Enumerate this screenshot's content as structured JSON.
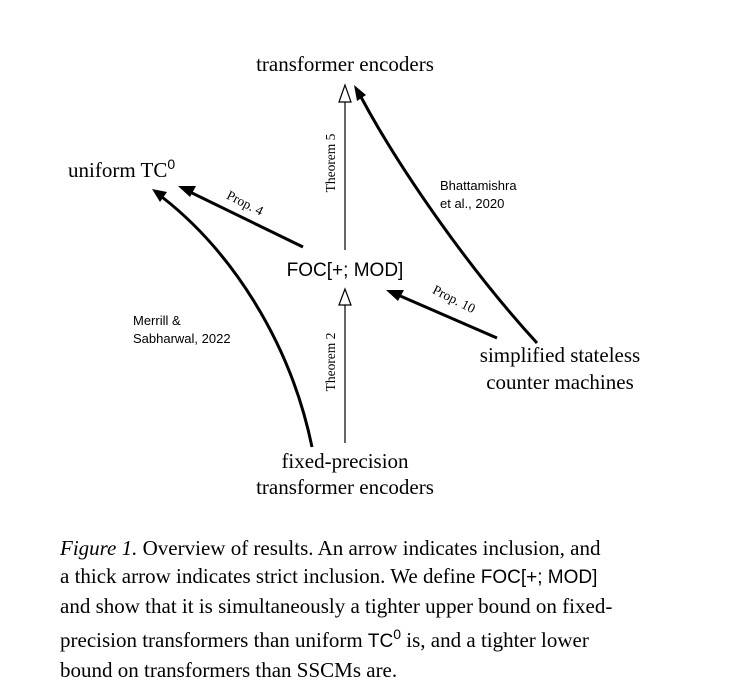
{
  "nodes": {
    "transformer_encoders": "transformer encoders",
    "uniform_tc": "uniform TC",
    "uniform_tc_sup": "0",
    "foc": "FOC[+; MOD]",
    "sscm_line1": "simplified stateless",
    "sscm_line2": "counter machines",
    "fixed_line1": "fixed-precision",
    "fixed_line2": "transformer encoders"
  },
  "edges": {
    "theorem5": "Theorem 5",
    "theorem2": "Theorem 2",
    "prop4": "Prop. 4",
    "prop10": "Prop. 10",
    "bhatt_line1": "Bhattamishra",
    "bhatt_line2": "et  al.,  2020",
    "merrill_line1": "Merrill  &",
    "merrill_line2": "Sabharwal,  2022"
  },
  "caption": {
    "figure_label": "Figure 1.",
    "l1": " Overview of results. An arrow indicates inclusion, and",
    "l2": "a thick arrow indicates strict inclusion. We define ",
    "l2_sf": "FOC[+; MOD]",
    "l3": "and show that it is simultaneously a tighter upper bound on fixed-",
    "l4a": "precision transformers than uniform ",
    "l4_sf": "TC",
    "l4_sup": "0",
    "l4b": " is, and a tighter lower",
    "l5": "bound on transformers than SSCMs are."
  }
}
